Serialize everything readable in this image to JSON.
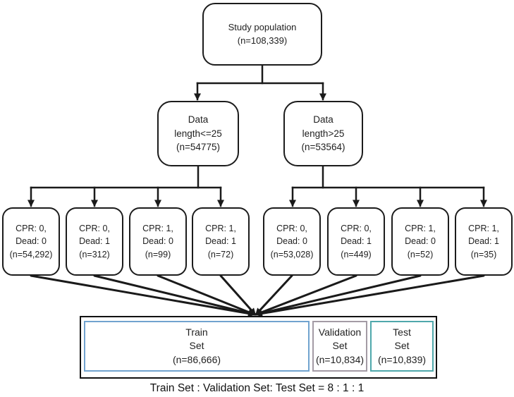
{
  "root": {
    "line1": "Study population",
    "line2": "(n=108,339)"
  },
  "branches": [
    {
      "line1": "Data",
      "line2": "length<=25",
      "line3": "(n=54775)"
    },
    {
      "line1": "Data",
      "line2": "length>25",
      "line3": "(n=53564)"
    }
  ],
  "leaves": [
    {
      "line1": "CPR: 0,",
      "line2": "Dead: 0",
      "line3": "(n=54,292)"
    },
    {
      "line1": "CPR: 0,",
      "line2": "Dead: 1",
      "line3": "(n=312)"
    },
    {
      "line1": "CPR: 1,",
      "line2": "Dead: 0",
      "line3": "(n=99)"
    },
    {
      "line1": "CPR: 1,",
      "line2": "Dead: 1",
      "line3": "(n=72)"
    },
    {
      "line1": "CPR: 0,",
      "line2": "Dead: 0",
      "line3": "(n=53,028)"
    },
    {
      "line1": "CPR: 0,",
      "line2": "Dead: 1",
      "line3": "(n=449)"
    },
    {
      "line1": "CPR: 1,",
      "line2": "Dead: 0",
      "line3": "(n=52)"
    },
    {
      "line1": "CPR: 1,",
      "line2": "Dead: 1",
      "line3": "(n=35)"
    }
  ],
  "sets": [
    {
      "line1": "Train",
      "line2": "Set",
      "line3": "(n=86,666)",
      "border_color": "#71a3cf"
    },
    {
      "line1": "Validation",
      "line2": "Set",
      "line3": "(n=10,834)",
      "border_color": "#a49ba5"
    },
    {
      "line1": "Test",
      "line2": "Set",
      "line3": "(n=10,839)",
      "border_color": "#4fa8ab"
    }
  ],
  "caption": "Train Set : Validation Set: Test Set = 8 : 1 : 1",
  "colors": {
    "line": "#1a1a1a",
    "box_border": "#1c1c1c"
  }
}
